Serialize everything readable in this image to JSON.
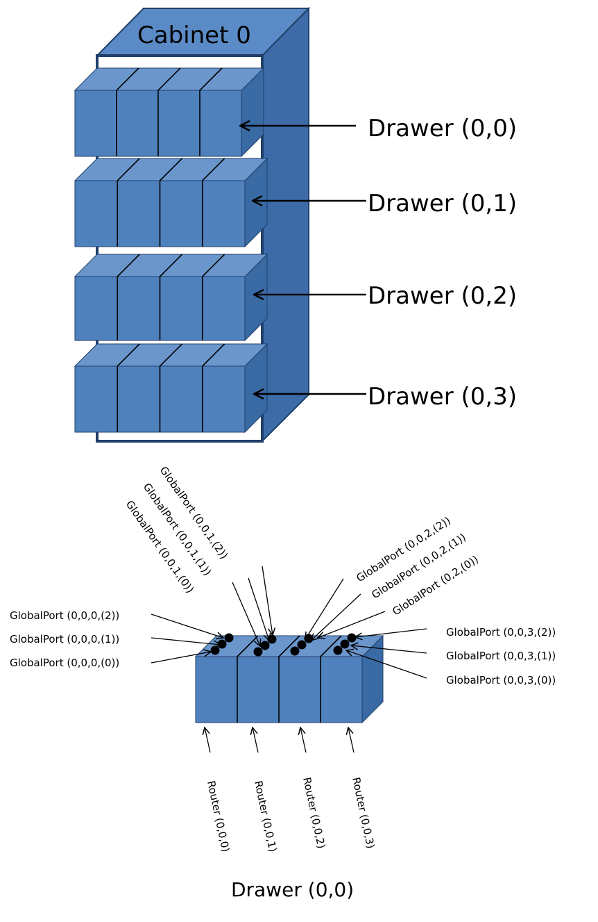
{
  "colors": {
    "box_front": "#4f81bd",
    "box_top": "#6a96cc",
    "box_side": "#3a6aa4",
    "cabinet_front": "#ffffff",
    "cabinet_top": "#5b8bc6",
    "cabinet_side": "#3d6ba8",
    "outline": "#203f6a",
    "line": "#000000"
  },
  "cabinet": {
    "title": "Cabinet 0",
    "drawers": [
      {
        "label": "Drawer (0,0)"
      },
      {
        "label": "Drawer (0,1)"
      },
      {
        "label": "Drawer (0,2)"
      },
      {
        "label": "Drawer (0,3)"
      }
    ]
  },
  "drawer_detail": {
    "title": "Drawer (0,0)",
    "routers": [
      "Router (0,0,0)",
      "Router (0,0,1)",
      "Router (0,0,2)",
      "Router (0,0,3)"
    ],
    "ports_left": [
      "GlobalPort (0,0,0,(2))",
      "GlobalPort (0,0,0,(1))",
      "GlobalPort (0,0,0,(0))"
    ],
    "ports_top_left": [
      "GlobalPort (0,0,1,(2))",
      "GlobalPort (0,0,1,(1))",
      "GlobalPort (0,0,1,(0))"
    ],
    "ports_top_right": [
      "GlobalPort (0,0,2,(2))",
      "GlobalPort (0,0,2,(1))",
      "GlobalPort (0,2,(0))"
    ],
    "ports_right": [
      "GlobalPort (0,0,3,(2))",
      "GlobalPort (0,0,3,(1))",
      "GlobalPort (0,0,3,(0))"
    ]
  }
}
